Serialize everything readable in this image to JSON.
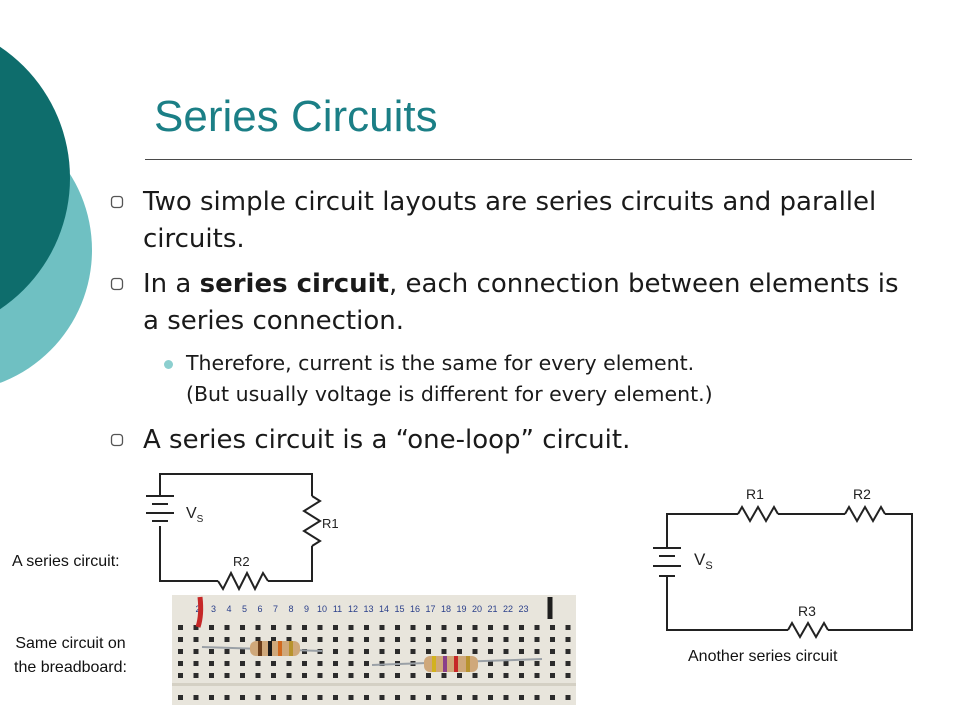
{
  "slide": {
    "title": "Series Circuits",
    "bullets": [
      {
        "text": "Two simple circuit layouts are series circuits and parallel circuits."
      },
      {
        "pre": "In a ",
        "bold": "series circuit",
        "post": ", each connection between elements is a series connection.",
        "sub": [
          "Therefore, current is the same for every element.",
          "(But usually voltage is different for every element.)"
        ]
      },
      {
        "text": "A series circuit is a “one-loop” circuit."
      }
    ],
    "captions": {
      "series": "A series circuit:",
      "breadboard_line1": "Same circuit on",
      "breadboard_line2": "the breadboard:",
      "another": "Another series circuit"
    },
    "circuit1": {
      "source": "V",
      "source_sub": "S",
      "r1": "R1",
      "r2": "R2"
    },
    "circuit2": {
      "source": "V",
      "source_sub": "S",
      "r1": "R1",
      "r2": "R2",
      "r3": "R3"
    },
    "breadboard": {
      "column_numbers": [
        "2",
        "3",
        "4",
        "5",
        "6",
        "7",
        "8",
        "9",
        "10",
        "11",
        "12",
        "13",
        "14",
        "15",
        "16",
        "17",
        "18",
        "19",
        "20",
        "21",
        "22",
        "23"
      ]
    }
  },
  "colors": {
    "title": "#1b7f86",
    "dark_teal": "#0e6d6c",
    "light_teal": "#6fc0c2",
    "bullet_dot": "#8ccfcf"
  },
  "icons": {
    "bullet_level1": "hollow-square-bullet-icon",
    "bullet_level2": "round-dot-bullet-icon"
  }
}
